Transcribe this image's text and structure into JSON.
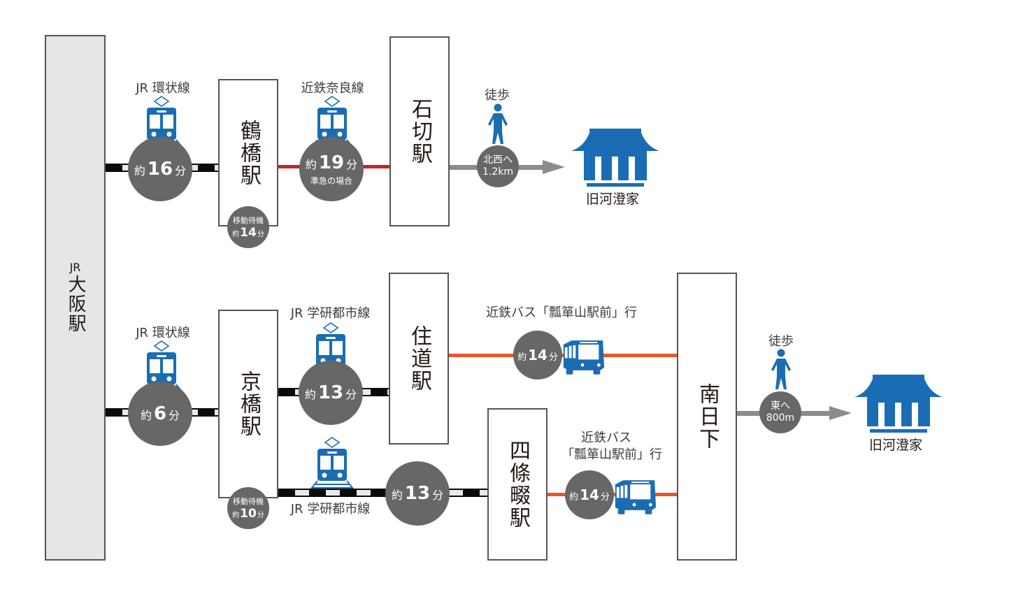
{
  "colors": {
    "train_blue": "#1a6db4",
    "circle_gray": "#666766",
    "kintetsu_red": "#c1272d",
    "bus_orange": "#e8572a",
    "walk_gray": "#8c8c8c",
    "station_fill_main": "#e6e6e6"
  },
  "origin": {
    "line_prefix": "JR",
    "name": "大阪駅"
  },
  "route1": {
    "leg1": {
      "line": "JR 環状線",
      "time_pre": "約",
      "time_num": "16",
      "time_post": "分"
    },
    "station1": {
      "name": "鶴橋駅",
      "wait_label": "移動待機",
      "wait_pre": "約",
      "wait_num": "14",
      "wait_post": "分"
    },
    "leg2": {
      "line": "近鉄奈良線",
      "time_pre": "約",
      "time_num": "19",
      "time_post": "分",
      "note": "準急の場合"
    },
    "station2": {
      "name": "石切駅"
    },
    "walk": {
      "label": "徒歩",
      "direction": "北西へ",
      "distance": "1.2km"
    },
    "destination": {
      "name": "旧河澄家"
    }
  },
  "route2": {
    "leg1": {
      "line": "JR 環状線",
      "time_pre": "約",
      "time_num": "6",
      "time_post": "分"
    },
    "station1": {
      "name": "京橋駅",
      "wait_label": "移動待機",
      "wait_pre": "約",
      "wait_num": "10",
      "wait_post": "分"
    },
    "legA": {
      "line": "JR 学研都市線",
      "time_pre": "約",
      "time_num": "13",
      "time_post": "分"
    },
    "stationA": {
      "name": "住道駅"
    },
    "busA": {
      "line": "近鉄バス「瓢箪山駅前」行",
      "time_pre": "約",
      "time_num": "14",
      "time_post": "分"
    },
    "legB": {
      "line": "JR 学研都市線",
      "time_pre": "約",
      "time_num": "13",
      "time_post": "分"
    },
    "stationB": {
      "name": "四條畷駅"
    },
    "busB": {
      "line1": "近鉄バス",
      "line2": "「瓢箪山駅前」行",
      "time_pre": "約",
      "time_num": "14",
      "time_post": "分"
    },
    "bus_stop": {
      "name": "南日下"
    },
    "walk": {
      "label": "徒歩",
      "direction": "東へ",
      "distance": "800m"
    },
    "destination": {
      "name": "旧河澄家"
    }
  },
  "icons": {
    "train": "train-icon",
    "bus": "bus-icon",
    "walker": "walking-person-icon",
    "house": "historic-house-icon"
  }
}
